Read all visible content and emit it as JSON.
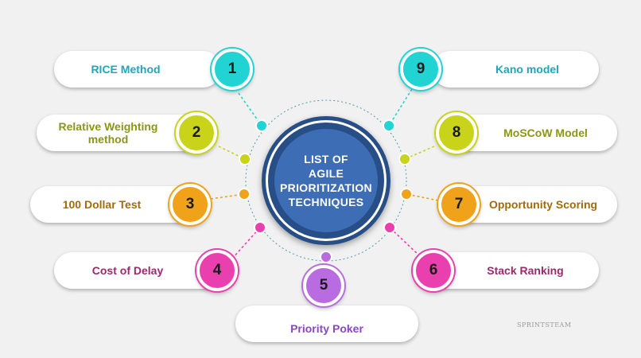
{
  "center": {
    "lines": [
      "List of",
      "Agile",
      "Prioritization",
      "Techniques"
    ],
    "color": "#274e86"
  },
  "items": [
    {
      "number": "1",
      "label": "RICE Method",
      "color": "#22d3d3",
      "text_color": "#1aa8ba"
    },
    {
      "number": "2",
      "label": "Relative Weighting method",
      "color": "#c8d319",
      "text_color": "#8b9612"
    },
    {
      "number": "3",
      "label": "100 Dollar Test",
      "color": "#f0a21a",
      "text_color": "#a06b0c"
    },
    {
      "number": "4",
      "label": "Cost of Delay",
      "color": "#ea3fae",
      "text_color": "#9b2a6c"
    },
    {
      "number": "5",
      "label": "Priority Poker",
      "color": "#b86ce0",
      "text_color": "#8a47c2"
    },
    {
      "number": "6",
      "label": "Stack Ranking",
      "color": "#ea3fae",
      "text_color": "#9b2a6c"
    },
    {
      "number": "7",
      "label": "Opportunity Scoring",
      "color": "#f0a21a",
      "text_color": "#a06b0c"
    },
    {
      "number": "8",
      "label": "MoSCoW Model",
      "color": "#c8d319",
      "text_color": "#8b9612"
    },
    {
      "number": "9",
      "label": "Kano model",
      "color": "#22d3d3",
      "text_color": "#1aa8ba"
    }
  ],
  "brand": {
    "wordmark": "SPRINTSTEAM"
  }
}
